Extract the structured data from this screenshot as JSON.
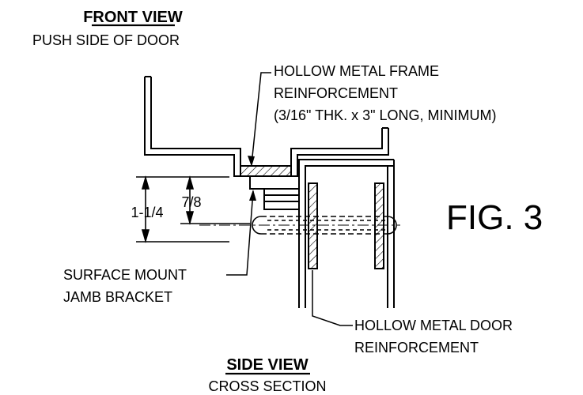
{
  "front_view": {
    "title": "FRONT VIEW",
    "subtitle": "PUSH SIDE OF DOOR"
  },
  "side_view": {
    "title": "SIDE VIEW",
    "subtitle": "CROSS SECTION"
  },
  "labels": {
    "frame_reinforcement": [
      "HOLLOW METAL FRAME",
      "REINFORCEMENT",
      "(3/16\" THK. x 3\" LONG, MINIMUM)"
    ],
    "jamb_bracket": [
      "SURFACE MOUNT",
      "JAMB BRACKET"
    ],
    "door_reinforcement": [
      "HOLLOW METAL DOOR",
      "REINFORCEMENT"
    ]
  },
  "dimensions": {
    "overall": "1-1/4",
    "inner": "7/8"
  },
  "figure_label": "FIG. 3"
}
